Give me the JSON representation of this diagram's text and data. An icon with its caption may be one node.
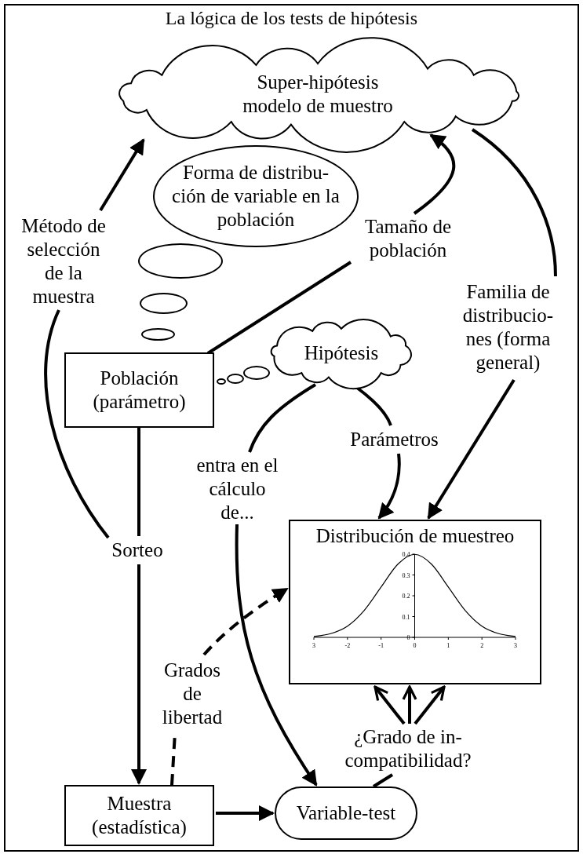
{
  "diagram": {
    "title": "La lógica de los tests de hipótesis",
    "nodes": [
      {
        "text": [
          "Super-hipótesis modelo de muestro"
        ]
      },
      {
        "text": [
          "Forma de distribu- ción de variable en la población"
        ]
      },
      {
        "text": [],
        "shape": "ellipse"
      },
      {
        "text": [],
        "shape": "ellipse"
      },
      {
        "text": [],
        "shape": "ellipse"
      },
      {
        "text": [
          "Método de selección de la muestra"
        ]
      },
      {
        "text": [
          "Tamaño de población"
        ]
      },
      {
        "text": [
          "Familia de distribucio- nes (forma general)"
        ]
      },
      {
        "text": [
          "Hipótesis"
        ]
      },
      {
        "text": [],
        "shape": "ellipse"
      },
      {
        "text": [],
        "shape": "ellipse"
      },
      {
        "text": [],
        "shape": "ellipse"
      },
      {
        "text": [
          "Población (parámetro)"
        ]
      },
      {
        "text": [
          "Parámetros"
        ]
      },
      {
        "text": [
          "entra en el cálculo de..."
        ]
      },
      {
        "text": [
          "Sorteo"
        ]
      },
      {
        "text": [
          "Distribución de muestreo"
        ]
      },
      {
        "text": [
          "Grados de libertad"
        ]
      },
      {
        "text": [
          "¿Grado de in- compatibilidad?"
        ]
      },
      {
        "text": [
          "Muestra (estadística)"
        ]
      },
      {
        "text": [
          "Variable-test"
        ]
      }
    ],
    "edges": [
      {
        "from": 15,
        "to": 5,
        "arrow": "none"
      },
      {
        "from": 5,
        "to": 0,
        "arrow": "to"
      },
      {
        "from": 12,
        "to": 6,
        "arrow": "none"
      },
      {
        "from": 6,
        "to": 0,
        "arrow": "to"
      },
      {
        "from": 0,
        "to": 7,
        "arrow": "none"
      },
      {
        "from": 7,
        "to": 16,
        "arrow": "to"
      },
      {
        "from": 8,
        "to": 13,
        "arrow": "none"
      },
      {
        "from": 13,
        "to": 16,
        "arrow": "to"
      },
      {
        "from": 8,
        "to": 14,
        "arrow": "none"
      },
      {
        "from": 14,
        "to": 20,
        "arrow": "to"
      },
      {
        "from": 12,
        "to": 15,
        "arrow": "none"
      },
      {
        "from": 15,
        "to": 19,
        "arrow": "to"
      },
      {
        "from": 19,
        "to": 17,
        "arrow": "none",
        "style": "dashed"
      },
      {
        "from": 17,
        "to": 16,
        "arrow": "to",
        "style": "dashed"
      },
      {
        "from": 19,
        "to": 20,
        "arrow": "to"
      },
      {
        "from": 20,
        "to": 18,
        "arrow": "none"
      },
      {
        "from": 18,
        "to": 16,
        "arrow": "to"
      },
      {
        "from": 18,
        "to": 16,
        "arrow": "to"
      },
      {
        "from": 18,
        "to": 16,
        "arrow": "to"
      }
    ],
    "chart_data": {
      "type": "line",
      "x": [
        -3,
        -2.5,
        -2,
        -1.5,
        -1,
        -0.5,
        0,
        0.5,
        1,
        1.5,
        2,
        2.5,
        3
      ],
      "series": [
        {
          "color": "#000000",
          "values": [
            0.004,
            0.018,
            0.054,
            0.13,
            0.242,
            0.352,
            0.399,
            0.352,
            0.242,
            0.13,
            0.054,
            0.018,
            0.004
          ]
        }
      ],
      "xlim": [
        -3,
        3
      ],
      "ylim": [
        0,
        0.4
      ],
      "xticks": [
        {
          "value": -3,
          "label": "3"
        },
        -2,
        -1,
        0,
        1,
        2,
        3
      ],
      "yticks": [
        0,
        0.1,
        0.2,
        0.3,
        0.4
      ]
    }
  }
}
